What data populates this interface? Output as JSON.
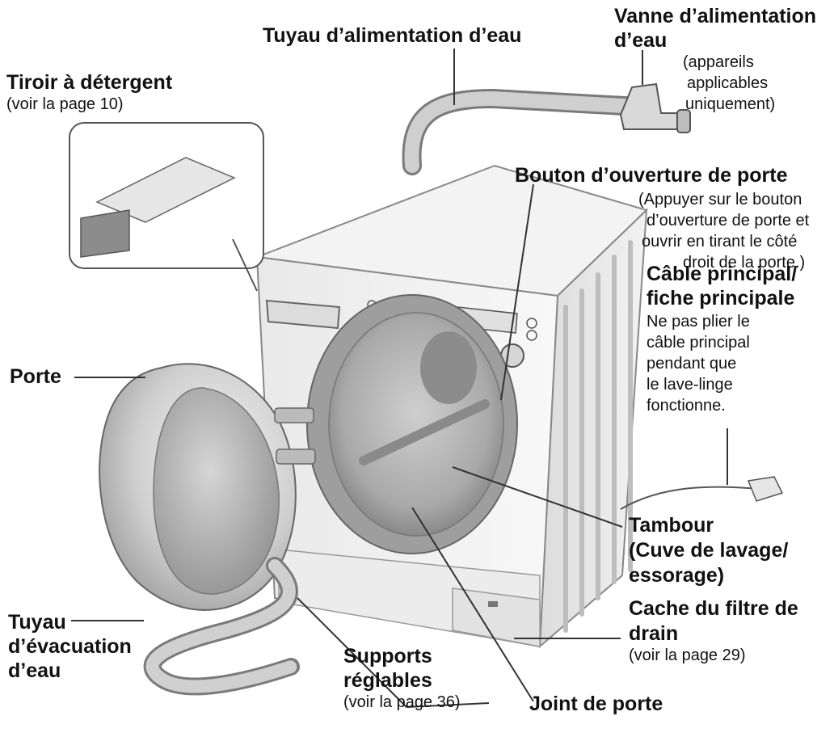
{
  "labels": {
    "water_supply_hose": "Tuyau d’alimentation d’eau",
    "water_tap_title_1": "Vanne d’alimentation",
    "water_tap_title_2": "d’eau",
    "water_tap_note_1": "(appareils",
    "water_tap_note_2": "applicables",
    "water_tap_note_3": "uniquement)",
    "detergent_drawer": "Tiroir à détergent",
    "detergent_drawer_ref": "(voir la page 10)",
    "door_button": "Bouton d’ouverture de porte",
    "door_button_note_1": "(Appuyer sur le bouton",
    "door_button_note_2": "d’ouverture de porte et",
    "door_button_note_3": "ouvrir en tirant le côté",
    "door_button_note_4": "droit de la porte.)",
    "power_cable_1": "Câble principal/",
    "power_cable_2": "fiche principale",
    "power_cable_note_1": "Ne pas plier le",
    "power_cable_note_2": "câble principal",
    "power_cable_note_3": "pendant que",
    "power_cable_note_4": "le lave-linge",
    "power_cable_note_5": "fonctionne.",
    "door": "Porte",
    "drum_1": "Tambour",
    "drum_2": "(Cuve de lavage/",
    "drum_3": "essorage)",
    "filter_cover_1": "Cache du filtre de",
    "filter_cover_2": "drain",
    "filter_cover_ref": "(voir la page 29)",
    "drain_hose_1": "Tuyau",
    "drain_hose_2": "d’évacuation",
    "drain_hose_3": "d’eau",
    "feet_1": "Supports",
    "feet_2": "réglables",
    "feet_ref": "(voir la page 36)",
    "door_seal": "Joint de porte"
  }
}
